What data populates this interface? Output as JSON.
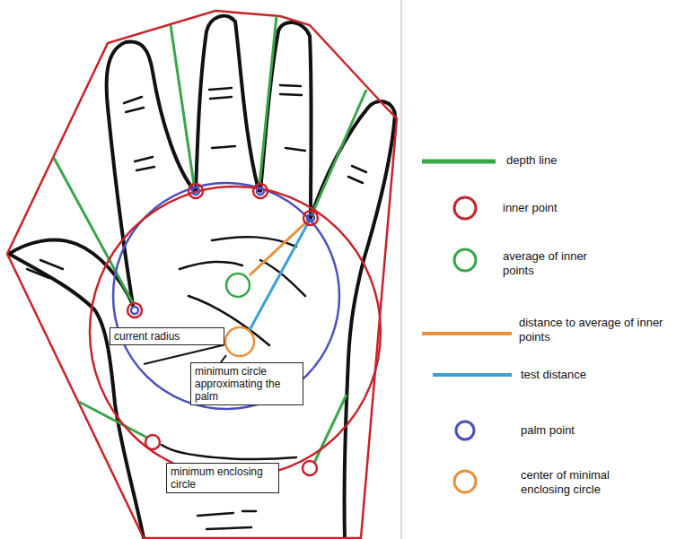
{
  "diagram": {
    "nodes": [
      {
        "text": [
          "current radius"
        ]
      },
      {
        "text": [
          "minimum circle approximating the palm"
        ]
      },
      {
        "text": [
          "minimum enclosing circle"
        ]
      }
    ],
    "legend": [
      {
        "text": "depth line"
      },
      {
        "text": "inner point"
      },
      {
        "text": "average of inner points"
      },
      {
        "text": "distance to average of inner points"
      },
      {
        "text": "test distance"
      },
      {
        "text": "palm point"
      },
      {
        "text": "center of minimal enclosing circle"
      }
    ]
  }
}
